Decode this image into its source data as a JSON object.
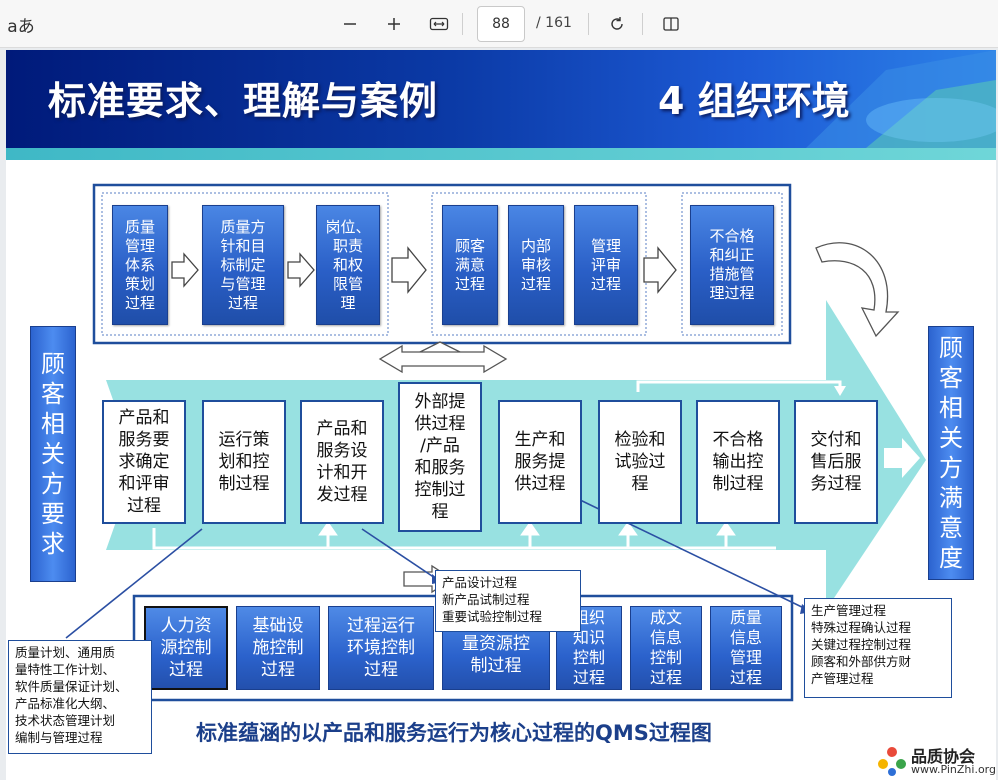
{
  "toolbar": {
    "read_aloud_label": "aあ",
    "zoom_out_icon": "minus-icon",
    "zoom_in_icon": "plus-icon",
    "fit_icon": "fit-width-icon",
    "current_page": "88",
    "total_pages": "/ 161",
    "rotate_icon": "rotate-icon",
    "page_view_icon": "two-page-icon"
  },
  "slide": {
    "title": "标准要求、理解与案例",
    "chapter": "4 组织环境",
    "customer_requirements": "顾\n客\n相\n关\n方\n要\n求",
    "customer_satisfaction": "顾\n客\n相\n关\n方\n满\n意\n度",
    "management_processes": [
      "质量\n管理\n体系\n策划\n过程",
      "质量方\n针和目\n标制定\n与管理\n过程",
      "岗位、\n职责\n和权\n限管\n理",
      "顾客\n满意\n过程",
      "内部\n审核\n过程",
      "管理\n评审\n过程",
      "不合格\n和纠正\n措施管\n理过程"
    ],
    "core_processes": [
      "产品和\n服务要\n求确定\n和评审\n过程",
      "运行策\n划和控\n制过程",
      "产品和\n服务设\n计和开\n发过程",
      "外部提\n供过程\n/产品\n和服务\n控制过\n程",
      "生产和\n服务提\n供过程",
      "检验和\n试验过\n程",
      "不合格\n输出控\n制过程",
      "交付和\n售后服\n务过程"
    ],
    "support_processes": [
      "人力资\n源控制\n过程",
      "基础设\n施控制\n过程",
      "过程运行\n环境控制\n过程",
      "量资源控\n制过程",
      "组织\n知识\n控制\n过程",
      "成文\n信息\n控制\n过程",
      "质量\n信息\n管理\n过程"
    ],
    "note_design": "产品设计过程\n新产品试制过程\n重要试验控制过程",
    "note_production": "生产管理过程\n特殊过程确认过程\n关键过程控制过程\n顾客和外部供方财\n产管理过程",
    "note_planning": "质量计划、通用质\n量特性工作计划、\n软件质量保证计划、\n产品标准化大纲、\n技术状态管理计划\n编制与管理过程",
    "caption": "标准蕴涵的以产品和服务运行为核心过程的QMS过程图",
    "logo_text": "品质协会",
    "logo_url": "www.PinZhi.org"
  },
  "colors": {
    "banner": "#0b3aa6",
    "teal_arrow": "#7fd8d8",
    "box_blue": "#2a5fc7",
    "border_blue": "#1f4e9c"
  }
}
